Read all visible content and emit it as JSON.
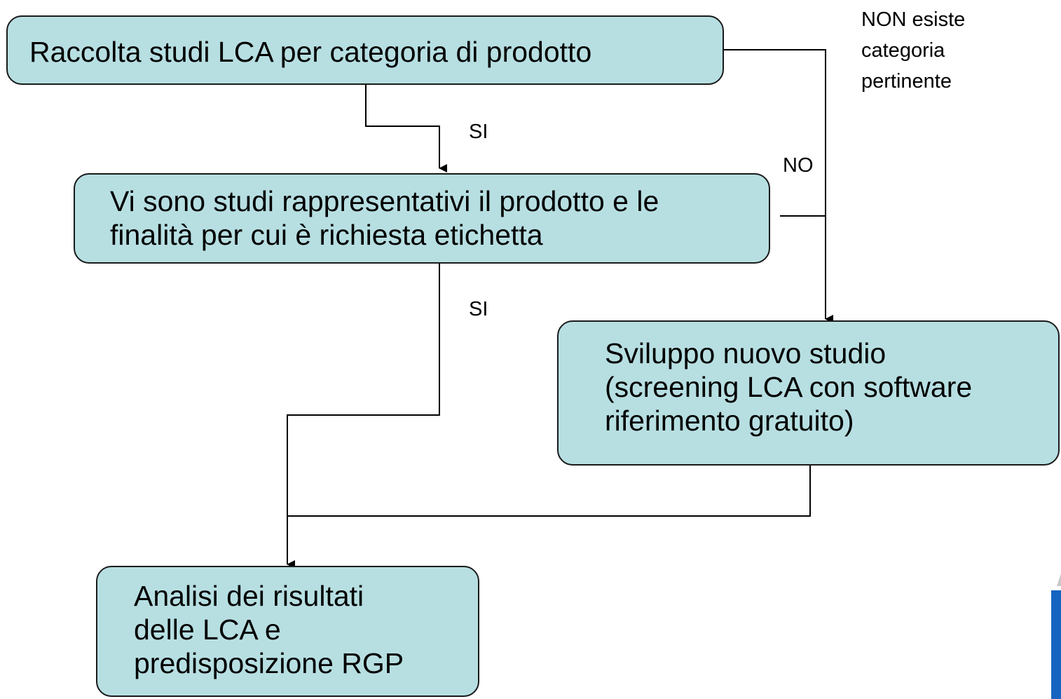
{
  "diagram": {
    "boxes": {
      "collect_studies": {
        "lines": [
          "Raccolta studi LCA per categoria di prodotto"
        ]
      },
      "representative_studies": {
        "lines": [
          "Vi sono studi rappresentativi il prodotto e le",
          "finalità per cui è richiesta etichetta"
        ]
      },
      "new_study": {
        "lines": [
          "Sviluppo nuovo studio",
          "(screening LCA con software",
          "riferimento gratuito)"
        ]
      },
      "analysis": {
        "lines": [
          "Analisi dei risultati",
          "delle LCA e",
          "predisposizione RGP"
        ]
      }
    },
    "edge_labels": {
      "yes_first": "SI",
      "no": "NO",
      "yes_second": "SI",
      "no_category": [
        "NON esiste",
        "categoria",
        "pertinente"
      ]
    },
    "colors": {
      "box_fill": "#b7dfe2",
      "box_border": "#1a1a1a",
      "connector": "#000000",
      "logo_blue": "#1565c0"
    }
  }
}
